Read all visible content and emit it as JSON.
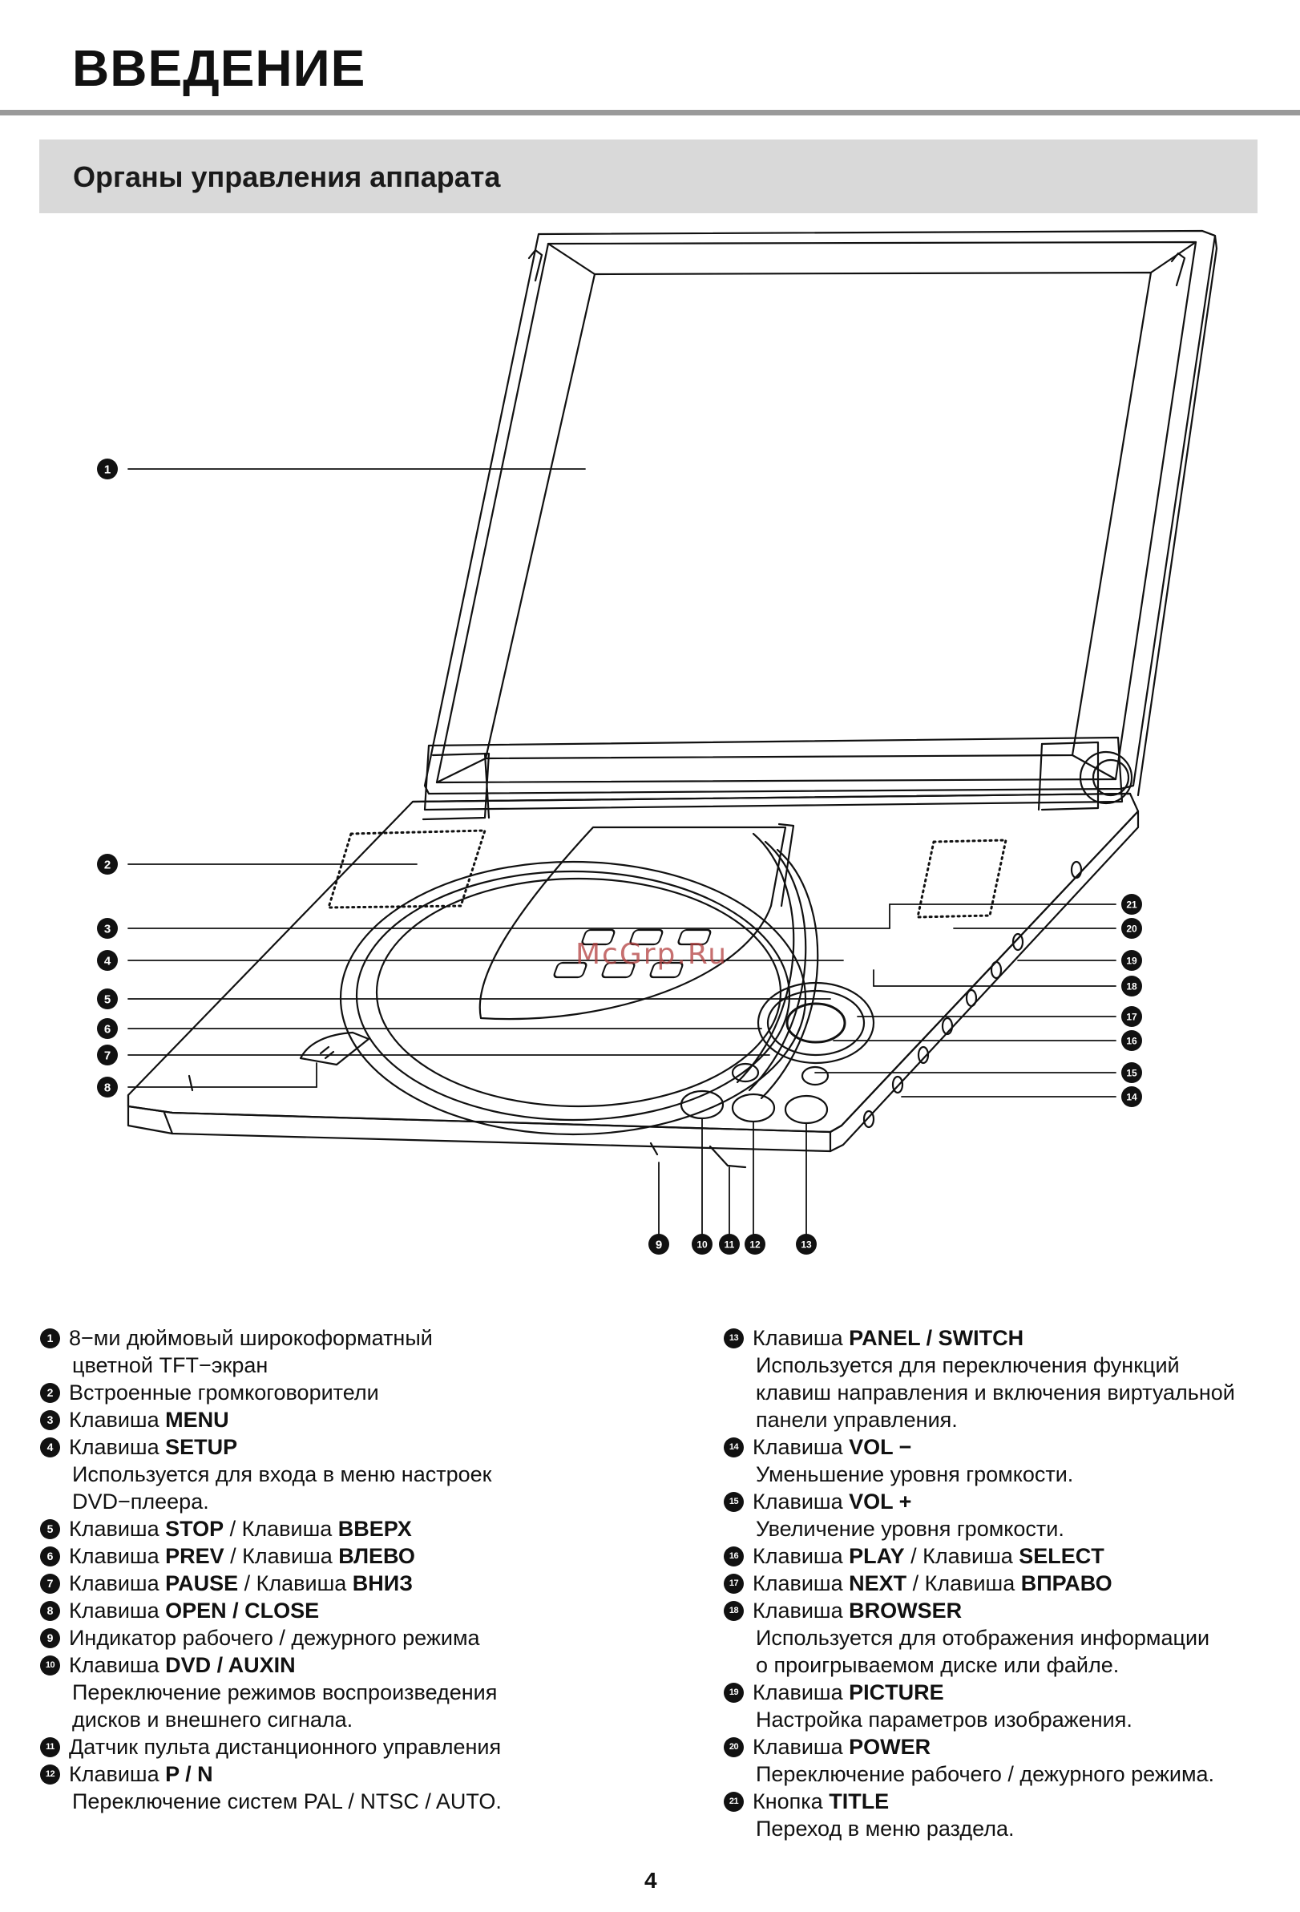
{
  "page": {
    "title": "ВВЕДЕНИЕ",
    "section": "Органы управления аппарата",
    "page_number": "4"
  },
  "watermark": "McGrp.Ru",
  "callouts": [
    "1",
    "2",
    "3",
    "4",
    "5",
    "6",
    "7",
    "8",
    "9",
    "10",
    "11",
    "12",
    "13",
    "14",
    "15",
    "16",
    "17",
    "18",
    "19",
    "20",
    "21"
  ],
  "legend_left": [
    {
      "num": "1",
      "pre": "8−ми дюймовый широкоформатный",
      "k1": "",
      "mid": "",
      "k2": "",
      "desc": [
        "цветной TFT−экран"
      ]
    },
    {
      "num": "2",
      "pre": "Встроенные громкоговорители",
      "k1": "",
      "mid": "",
      "k2": "",
      "desc": []
    },
    {
      "num": "3",
      "pre": "Клавиша ",
      "k1": "MENU",
      "mid": "",
      "k2": "",
      "desc": []
    },
    {
      "num": "4",
      "pre": "Клавиша ",
      "k1": "SETUP",
      "mid": "",
      "k2": "",
      "desc": [
        "Используется для входа в меню настроек",
        "DVD−плеера."
      ]
    },
    {
      "num": "5",
      "pre": "Клавиша ",
      "k1": "STOP",
      "mid": " / Клавиша ",
      "k2": "ВВЕРХ",
      "desc": []
    },
    {
      "num": "6",
      "pre": "Клавиша ",
      "k1": "PREV",
      "mid": " / Клавиша ",
      "k2": "ВЛЕВО",
      "desc": []
    },
    {
      "num": "7",
      "pre": "Клавиша ",
      "k1": "PAUSE",
      "mid": " / Клавиша ",
      "k2": "ВНИЗ",
      "desc": []
    },
    {
      "num": "8",
      "pre": "Клавиша ",
      "k1": "OPEN / CLOSE",
      "mid": "",
      "k2": "",
      "desc": []
    },
    {
      "num": "9",
      "pre": "Индикатор рабочего / дежурного режима",
      "k1": "",
      "mid": "",
      "k2": "",
      "desc": []
    },
    {
      "num": "10",
      "pre": "Клавиша ",
      "k1": "DVD / AUXIN",
      "mid": "",
      "k2": "",
      "desc": [
        "Переключение режимов воспроизведения",
        "дисков и внешнего сигнала."
      ]
    },
    {
      "num": "11",
      "pre": "Датчик пульта дистанционного управления",
      "k1": "",
      "mid": "",
      "k2": "",
      "desc": []
    },
    {
      "num": "12",
      "pre": "Клавиша ",
      "k1": "P / N",
      "mid": "",
      "k2": "",
      "desc": [
        "Переключение систем PAL / NTSC / AUTO."
      ]
    }
  ],
  "legend_right": [
    {
      "num": "13",
      "pre": "Клавиша ",
      "k1": "PANEL / SWITCH",
      "mid": "",
      "k2": "",
      "desc": [
        "Используется для переключения функций",
        "клавиш направления и включения виртуальной",
        "панели управления."
      ]
    },
    {
      "num": "14",
      "pre": "Клавиша ",
      "k1": "VOL −",
      "mid": "",
      "k2": "",
      "desc": [
        "Уменьшение уровня громкости."
      ]
    },
    {
      "num": "15",
      "pre": "Клавиша ",
      "k1": "VOL +",
      "mid": "",
      "k2": "",
      "desc": [
        "Увеличение уровня громкости."
      ]
    },
    {
      "num": "16",
      "pre": "Клавиша ",
      "k1": "PLAY",
      "mid": " / Клавиша ",
      "k2": "SELECT",
      "desc": []
    },
    {
      "num": "17",
      "pre": "Клавиша ",
      "k1": "NEXT",
      "mid": " / Клавиша ",
      "k2": "ВПРАВО",
      "desc": []
    },
    {
      "num": "18",
      "pre": "Клавиша ",
      "k1": "BROWSER",
      "mid": "",
      "k2": "",
      "desc": [
        "Используется для отображения информации",
        "о проигрываемом диске или файле."
      ]
    },
    {
      "num": "19",
      "pre": "Клавиша ",
      "k1": "PICTURE",
      "mid": "",
      "k2": "",
      "desc": [
        "Настройка параметров изображения."
      ]
    },
    {
      "num": "20",
      "pre": "Клавиша ",
      "k1": "POWER",
      "mid": "",
      "k2": "",
      "desc": [
        "Переключение рабочего / дежурного режима."
      ]
    },
    {
      "num": "21",
      "pre": "Кнопка ",
      "k1": "TITLE",
      "mid": "",
      "k2": "",
      "desc": [
        "Переход в меню раздела."
      ]
    }
  ]
}
